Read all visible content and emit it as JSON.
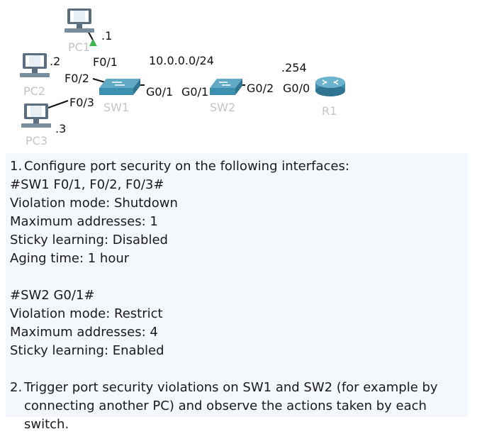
{
  "topology": {
    "network_label": "10.0.0.0/24",
    "devices": {
      "pc1": "PC1",
      "pc2": "PC2",
      "pc3": "PC3",
      "sw1": "SW1",
      "sw2": "SW2",
      "r1": "R1"
    },
    "host_ips": {
      "pc1": ".1",
      "pc2": ".2",
      "pc3": ".3",
      "r1": ".254"
    },
    "ports": {
      "sw1_pc1": "F0/1",
      "sw1_pc2": "F0/2",
      "sw1_pc3": "F0/3",
      "sw1_uplink": "G0/1",
      "sw2_sw1": "G0/1",
      "sw2_r1": "G0/2",
      "r1_sw2": "G0/0"
    },
    "colors": {
      "link": "#111111",
      "switch": "#3d8fb0",
      "router": "#4a9bc0",
      "pc_monitor": "#5a6e80",
      "screen": "#ffffff",
      "link_up": "#3fb34f"
    }
  },
  "instructions": {
    "step1_number": "1.",
    "step1_text": "Configure port security on the following interfaces:",
    "sw1_header": "#SW1 F0/1, F0/2, F0/3#",
    "sw1_violation": "Violation mode: Shutdown",
    "sw1_max": "Maximum addresses: 1",
    "sw1_sticky": "Sticky learning: Disabled",
    "sw1_aging": "Aging time: 1 hour",
    "sw2_header": "#SW2 G0/1#",
    "sw2_violation": "Violation mode: Restrict",
    "sw2_max": "Maximum addresses: 4",
    "sw2_sticky": "Sticky learning: Enabled",
    "step2_number": "2.",
    "step2_text": "Trigger port security violations on SW1 and SW2 (for example by connecting another PC) and observe the actions taken by each switch."
  }
}
